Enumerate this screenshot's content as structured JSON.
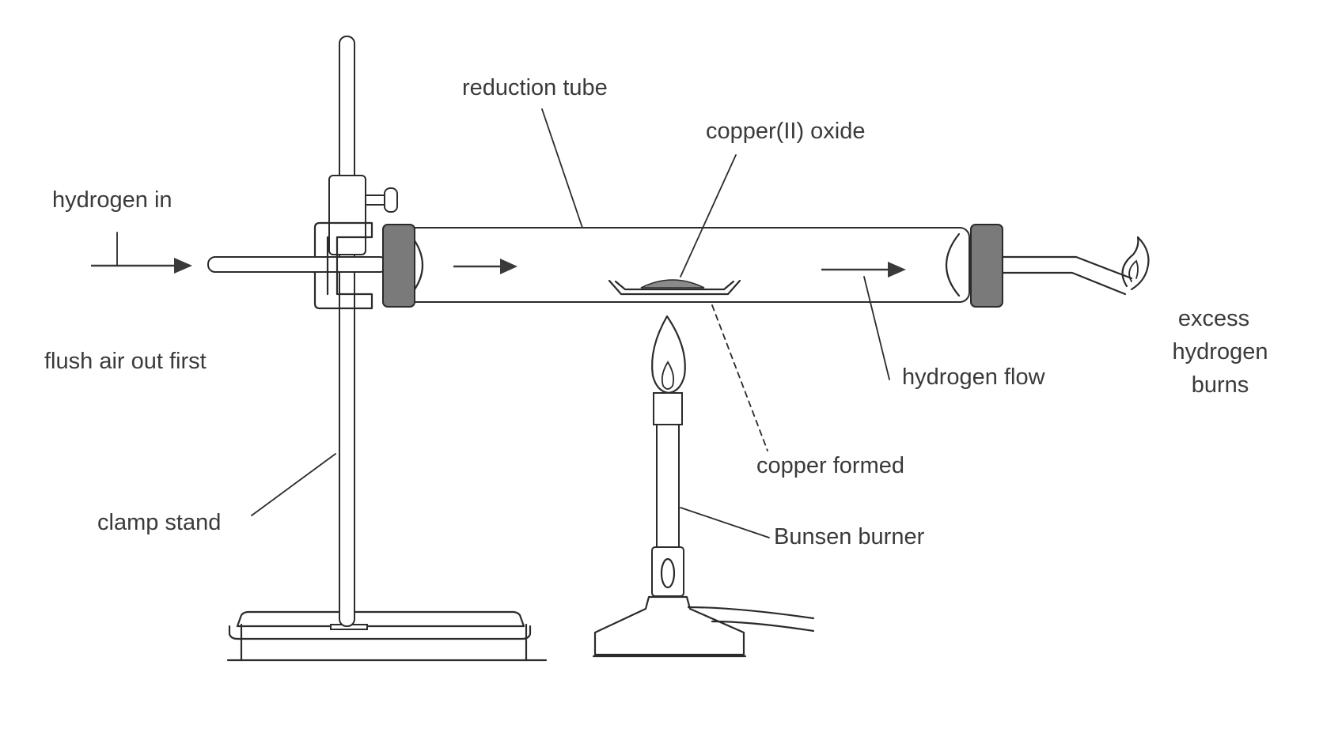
{
  "labels": {
    "reduction_tube": "reduction tube",
    "copper_oxide": "copper(II) oxide",
    "hydrogen_in": "hydrogen in",
    "flush_air": "flush air out first",
    "clamp_stand": "clamp stand",
    "hydrogen_flow": "hydrogen flow",
    "copper_formed": "copper formed",
    "bunsen_burner": "Bunsen burner",
    "excess_line1": "excess",
    "excess_line2": "hydrogen",
    "excess_line3": "burns"
  },
  "colors": {
    "ink": "#2b2b2b",
    "text": "#3a3a3a",
    "stopper": "#7a7a7a",
    "background": "#ffffff"
  }
}
